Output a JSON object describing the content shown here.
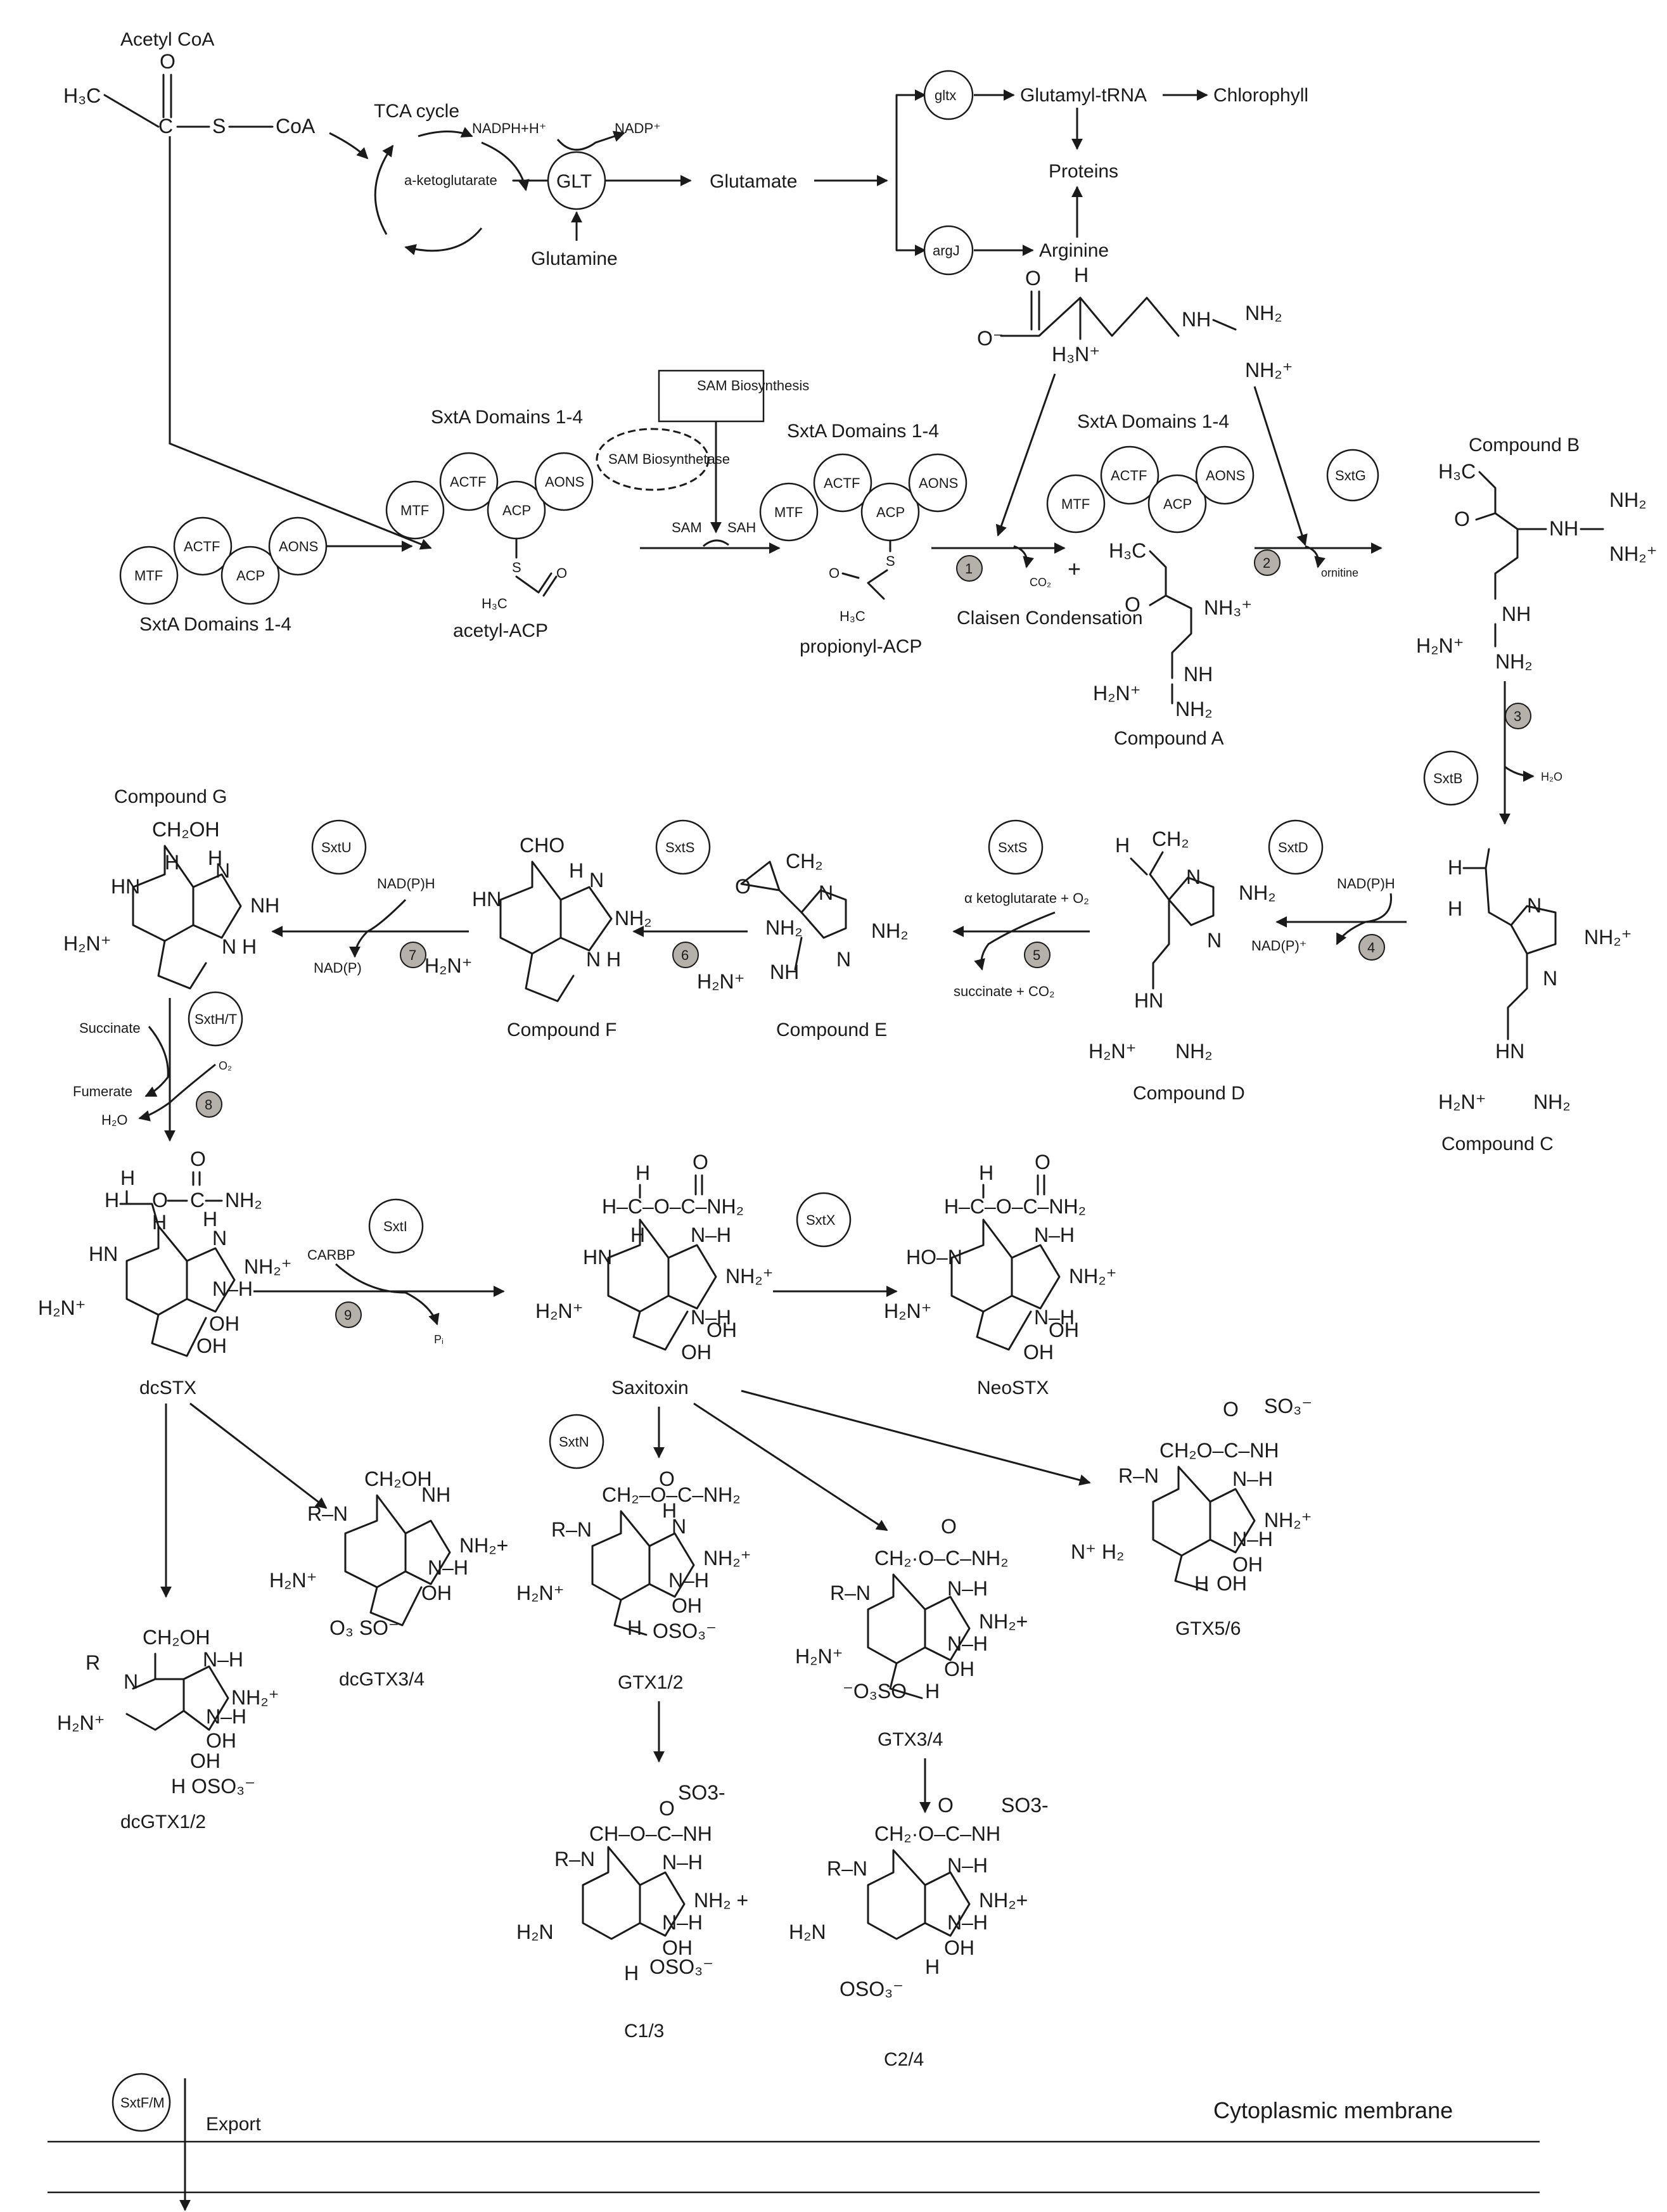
{
  "metabolites": {
    "acetyl_coa": "Acetyl CoA",
    "tca_cycle": "TCA cycle",
    "a_ketoglutarate": "a-ketoglutarate",
    "glt": "GLT",
    "glutamine": "Glutamine",
    "glutamate": "Glutamate",
    "nadph_h": "NADPH+H⁺",
    "nadp": "NADP⁺",
    "gltx": "gltx",
    "argj": "argJ",
    "glutamyl_trna": "Glutamyl-tRNA",
    "chlorophyll": "Chlorophyll",
    "proteins": "Proteins",
    "arginine": "Arginine",
    "sam_biosynthesis": "SAM Biosynthesis",
    "sam_biosynthetase": "SAM Biosynthetase",
    "sam": "SAM",
    "sah": "SAH",
    "co2": "CO₂",
    "plus": "+",
    "ornitine": "ornitine",
    "claisen": "Claisen Condensation",
    "h2o": "H₂O",
    "acetyl_acp": "acetyl-ACP",
    "propionyl_acp": "propionyl-ACP",
    "compound_a": "Compound A",
    "compound_b": "Compound B",
    "compound_c": "Compound C",
    "compound_d": "Compound D",
    "compound_e": "Compound E",
    "compound_f": "Compound F",
    "compound_g": "Compound G",
    "nadph_d": "NAD(P)H",
    "nadp_plus_d": "NAD(P)⁺",
    "a_ketoglutarate_o2": "α ketoglutarate + O₂",
    "succinate_co2": "succinate + CO₂",
    "nadph_u": "NAD(P)H",
    "nadp_u": "NAD(P)",
    "succinate": "Succinate",
    "fumerate": "Fumerate",
    "o2": "O₂",
    "h2o_8": "H₂O",
    "carbp": "CARBP",
    "pi": "Pᵢ",
    "dcstx": "dcSTX",
    "saxitoxin": "Saxitoxin",
    "neostx": "NeoSTX",
    "dcgtx34": "dcGTX3/4",
    "dcgtx12": "dcGTX1/2",
    "gtx12": "GTX1/2",
    "gtx34": "GTX3/4",
    "gtx56": "GTX5/6",
    "c13": "C1/3",
    "c24": "C2/4",
    "export": "Export",
    "membrane": "Cytoplasmic membrane"
  },
  "domains": {
    "group_title": "SxtA Domains 1-4",
    "mtf": "MTF",
    "actf": "ACTF",
    "acp": "ACP",
    "aons": "AONS"
  },
  "enzymes": {
    "sxtg": "SxtG",
    "sxtb": "SxtB",
    "sxtd": "SxtD",
    "sxts": "SxtS",
    "sxtu": "SxtU",
    "sxtht": "SxtH/T",
    "sxti": "SxtI",
    "sxtx": "SxtX",
    "sxtn": "SxtN",
    "sxtfm": "SxtF/M"
  },
  "steps": [
    "1",
    "2",
    "3",
    "4",
    "5",
    "6",
    "7",
    "8",
    "9"
  ],
  "colors": {
    "line": "#1a1a1a",
    "step_fill": "#b5b0aa",
    "background": "#ffffff"
  }
}
